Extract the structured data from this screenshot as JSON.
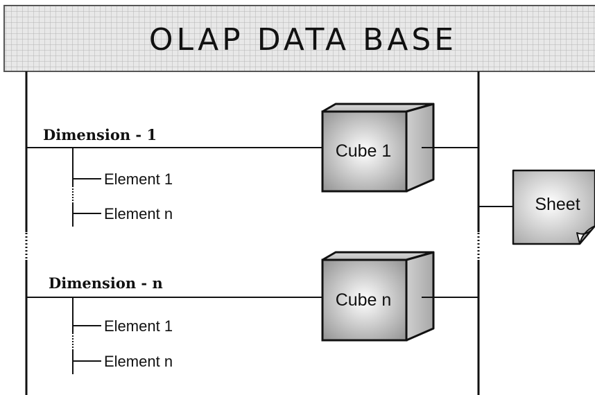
{
  "header": {
    "title": "OLAP DATA BASE"
  },
  "dimensions": [
    {
      "label": "Dimension - 1",
      "elements": [
        "Element 1",
        "Element n"
      ],
      "cube": "Cube 1"
    },
    {
      "label": "Dimension - n",
      "elements": [
        "Element 1",
        "Element n"
      ],
      "cube": "Cube n"
    }
  ],
  "output": {
    "label": "Sheet"
  },
  "colors": {
    "line": "#111111",
    "grid_bg": "#e8e8e8",
    "grid_line": "#b4b4b4"
  }
}
